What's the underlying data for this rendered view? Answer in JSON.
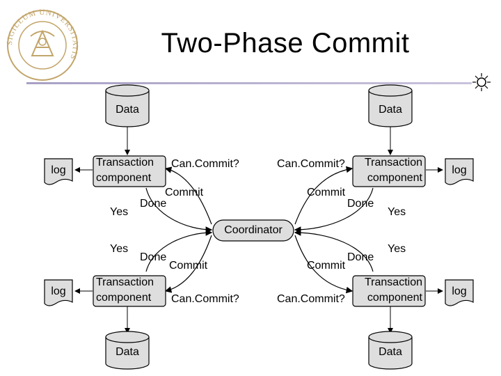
{
  "title": "Two-Phase Commit",
  "colors": {
    "shape_fill": "#dedede",
    "stroke": "#000000",
    "rule": "#b0a8c8",
    "logo": "#c2a56a"
  },
  "icons": {
    "logo": "university-seal-icon",
    "corner": "sun-emblem-icon"
  },
  "logo_text": "SIGILLUM UNIVERSITATIS",
  "coordinator": "Coordinator",
  "databases": {
    "top_left": "Data",
    "top_right": "Data",
    "bottom_left": "Data",
    "bottom_right": "Data"
  },
  "logs": {
    "top_left": "log",
    "top_right": "log",
    "bottom_left": "log",
    "bottom_right": "log"
  },
  "components": {
    "top_left": [
      "Transaction",
      "component"
    ],
    "top_right": [
      "Transaction",
      "component"
    ],
    "bottom_left": [
      "Transaction",
      "component"
    ],
    "bottom_right": [
      "Transaction",
      "component"
    ]
  },
  "messages": {
    "top_left": {
      "can_commit": "Can.Commit?",
      "commit": "Commit",
      "done": "Done",
      "yes": "Yes"
    },
    "top_right": {
      "can_commit": "Can.Commit?",
      "commit": "Commit",
      "done": "Done",
      "yes": "Yes"
    },
    "bottom_left": {
      "can_commit": "Can.Commit?",
      "commit": "Commit",
      "done": "Done",
      "yes": "Yes"
    },
    "bottom_right": {
      "can_commit": "Can.Commit?",
      "commit": "Commit",
      "done": "Done",
      "yes": "Yes"
    }
  }
}
